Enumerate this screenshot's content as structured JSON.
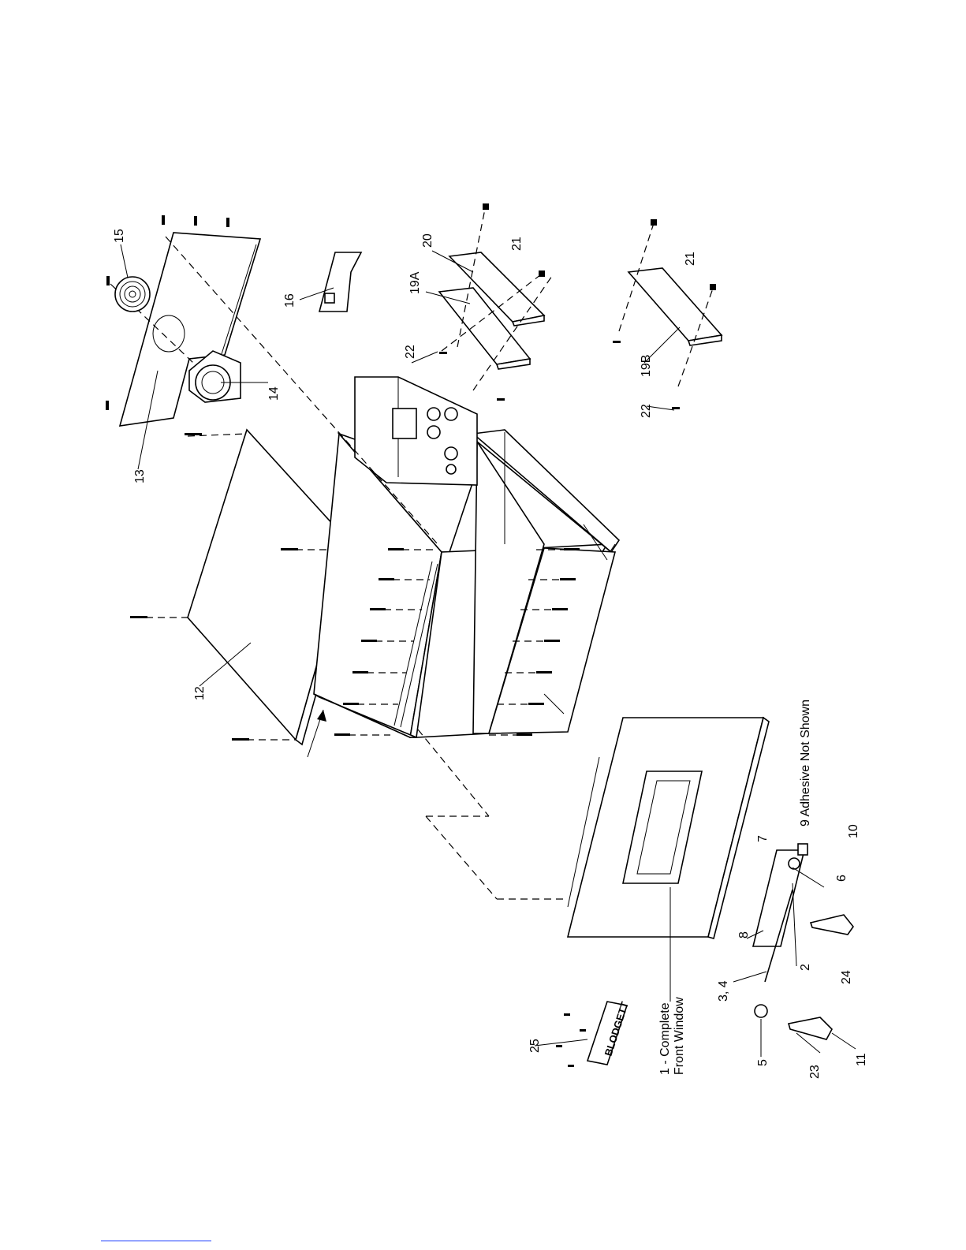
{
  "callouts": {
    "c1": "1 - Complete",
    "c1b": "Front Window",
    "c2": "2",
    "c34": "3, 4",
    "c5": "5",
    "c6": "6",
    "c7": "7",
    "c8": "8",
    "c10": "10",
    "c11": "11",
    "c12": "12",
    "c13": "13",
    "c14": "14",
    "c15": "15",
    "c16": "16",
    "c19a": "19A",
    "c19b": "19B",
    "c20": "20",
    "c21a": "21",
    "c21b": "21",
    "c22a": "22",
    "c22b": "22",
    "c23": "23",
    "c24": "24",
    "c25": "25"
  },
  "note": "9 Adhesive Not Shown",
  "badge": "BLODGETT",
  "colors": {
    "ink": "#000000",
    "link": "#1a3cff"
  }
}
